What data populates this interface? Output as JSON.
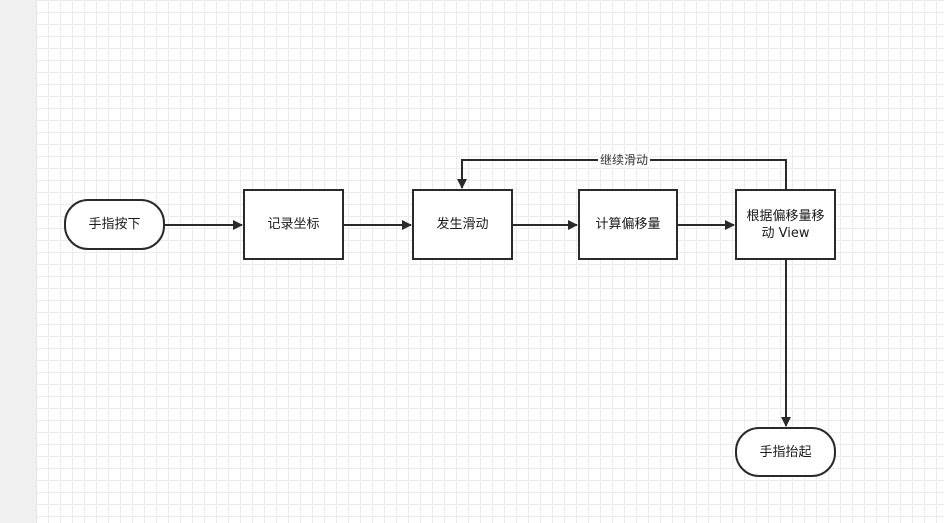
{
  "nodes": {
    "start": "手指按下",
    "record": "记录坐标",
    "slide": "发生滑动",
    "calc": "计算偏移量",
    "move": "根据偏移量移动 View",
    "end": "手指抬起"
  },
  "edges": {
    "loop_label": "继续滑动"
  },
  "colors": {
    "stroke": "#2a2a2a",
    "grid": "#ececec",
    "background": "#ffffff"
  }
}
